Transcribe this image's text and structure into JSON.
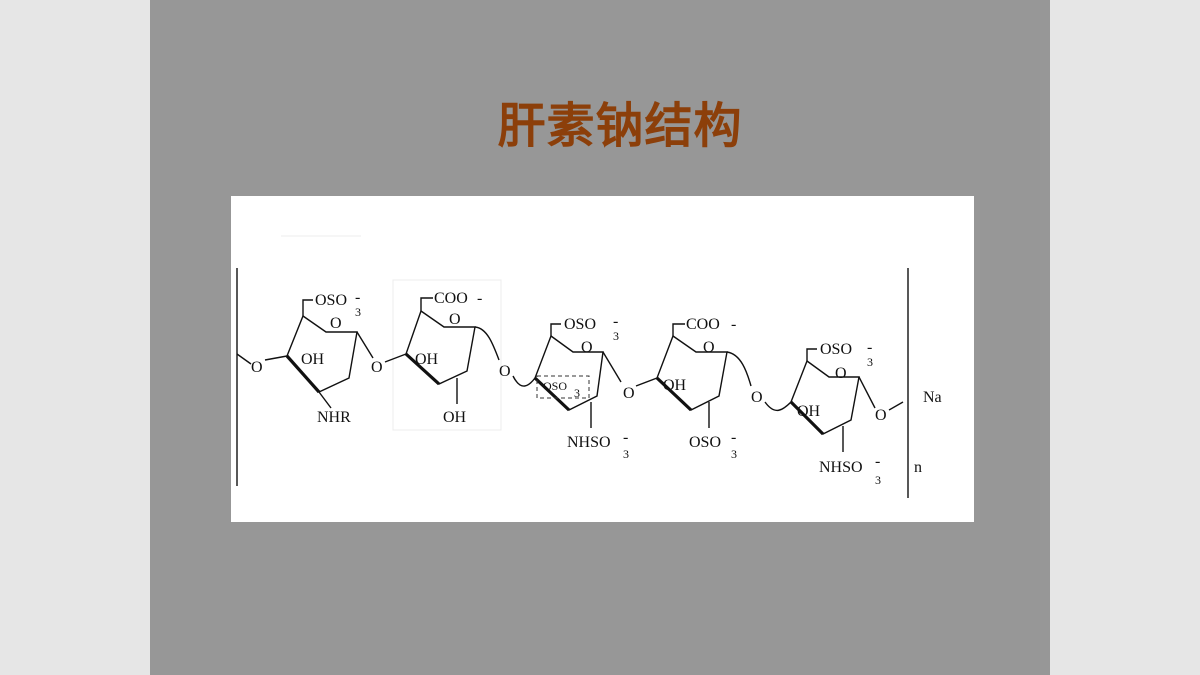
{
  "slide": {
    "title": "肝素钠结构"
  },
  "structure": {
    "units": [
      {
        "top": "OSO",
        "top_sub": "3",
        "top_charge": "-",
        "ring_o": "O",
        "mid": "OH",
        "bottom": "NHR",
        "bottom_sub": ""
      },
      {
        "top": "COO",
        "top_sub": "",
        "top_charge": "-",
        "ring_o": "O",
        "mid": "OH",
        "bottom": "OH",
        "bottom_sub": ""
      },
      {
        "top": "OSO",
        "top_sub": "3",
        "top_charge": "-",
        "ring_o": "O",
        "mid": "OSO",
        "mid_sub": "3",
        "bottom": "NHSO",
        "bottom_sub": "3",
        "bottom_charge": "-"
      },
      {
        "top": "COO",
        "top_sub": "",
        "top_charge": "-",
        "ring_o": "O",
        "mid": "OH",
        "bottom": "OSO",
        "bottom_sub": "3",
        "bottom_charge": "-"
      },
      {
        "top": "OSO",
        "top_sub": "3",
        "top_charge": "-",
        "ring_o": "O",
        "mid": "OH",
        "bottom": "NHSO",
        "bottom_sub": "3",
        "bottom_charge": "-"
      }
    ],
    "links": [
      "O",
      "O",
      "O",
      "O",
      "O",
      "O"
    ],
    "counter_ion": "Na",
    "repeat": "n"
  }
}
